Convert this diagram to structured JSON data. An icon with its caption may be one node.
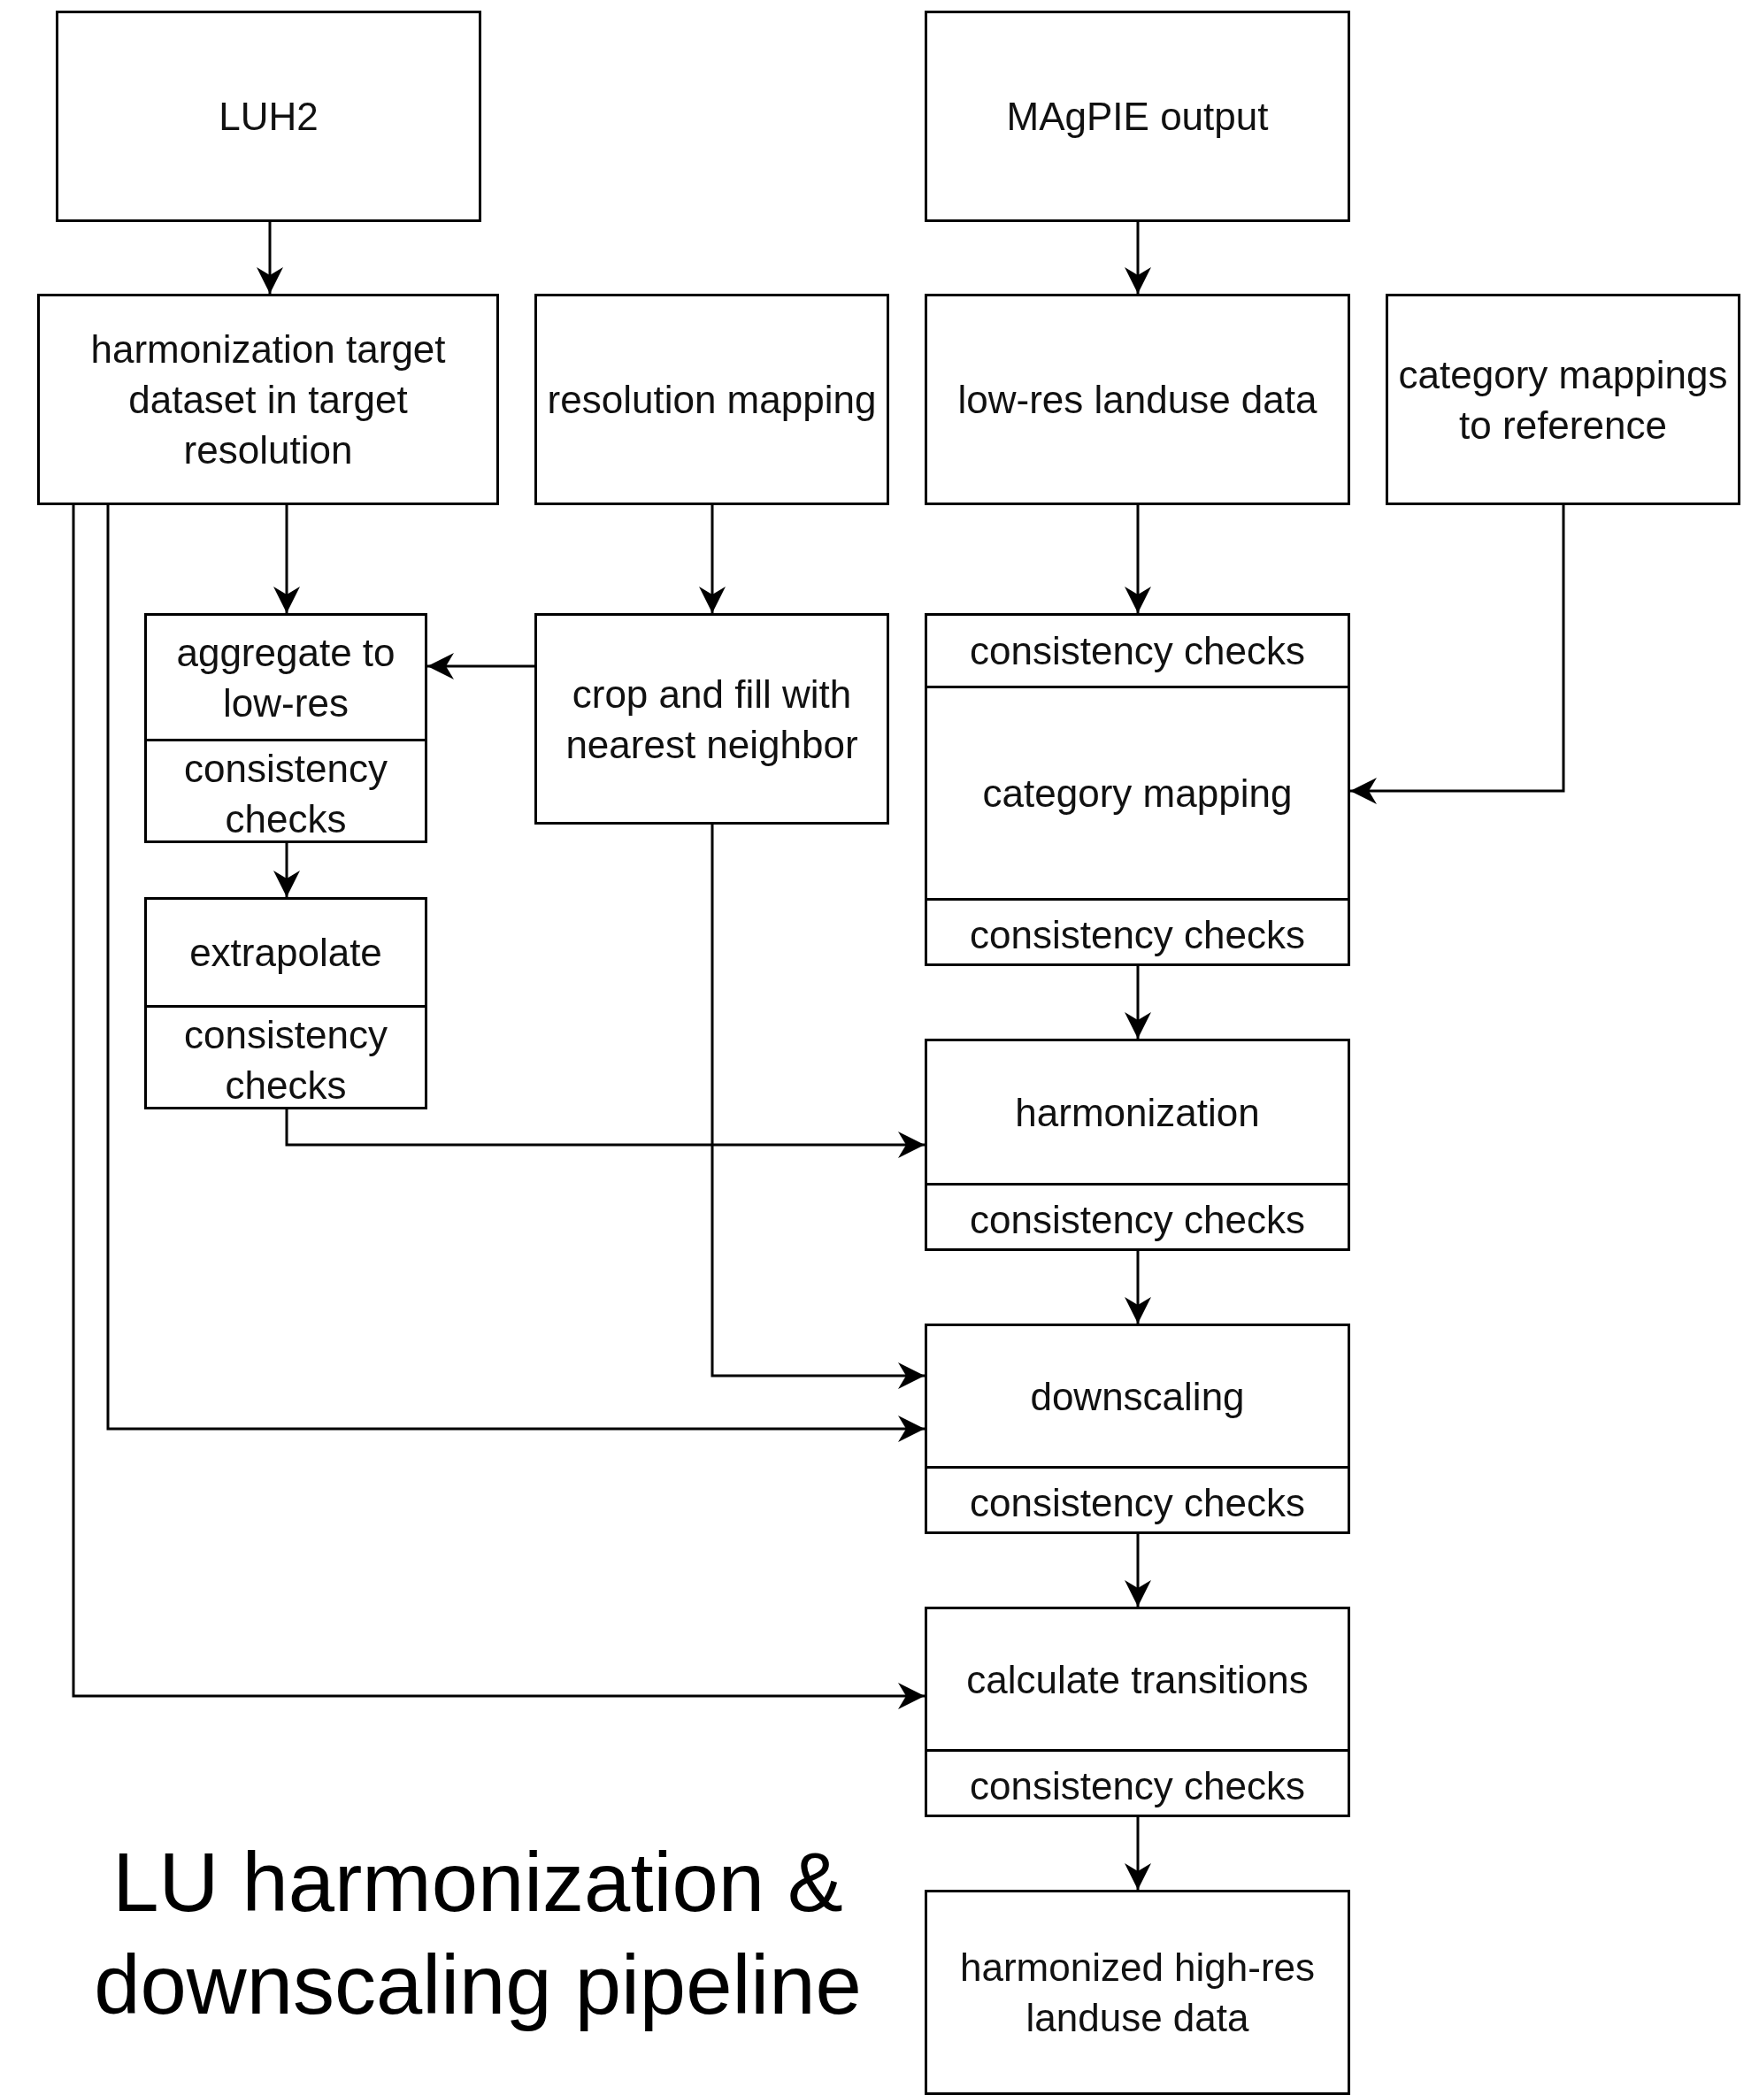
{
  "diagram": {
    "title": "LU harmonization & downscaling pipeline",
    "nodes": [
      {
        "text": [
          "LUH2"
        ]
      },
      {
        "text": [
          "MAgPIE output"
        ]
      },
      {
        "text": [
          "harmonization target dataset in target resolution"
        ]
      },
      {
        "text": [
          "resolution mapping"
        ]
      },
      {
        "text": [
          "low-res landuse data"
        ]
      },
      {
        "text": [
          "category mappings to reference"
        ]
      },
      {
        "text": [
          "aggregate to low-res",
          "consistency checks"
        ]
      },
      {
        "text": [
          "crop and fill with nearest neighbor"
        ]
      },
      {
        "text": [
          "consistency checks",
          "category mapping",
          "consistency checks"
        ]
      },
      {
        "text": [
          "extrapolate",
          "consistency checks"
        ]
      },
      {
        "text": [
          "harmonization",
          "consistency checks"
        ]
      },
      {
        "text": [
          "downscaling",
          "consistency checks"
        ]
      },
      {
        "text": [
          "calculate transitions",
          "consistency checks"
        ]
      },
      {
        "text": [
          "harmonized high-res landuse data"
        ]
      }
    ],
    "edges": [
      {
        "from": 0,
        "to": 2,
        "arrow": "to"
      },
      {
        "from": 1,
        "to": 4,
        "arrow": "to"
      },
      {
        "from": 2,
        "to": 6,
        "arrow": "to"
      },
      {
        "from": 3,
        "to": 7,
        "arrow": "to"
      },
      {
        "from": 4,
        "to": 8,
        "arrow": "to"
      },
      {
        "from": 7,
        "to": 6,
        "arrow": "to"
      },
      {
        "from": 5,
        "to": 8,
        "arrow": "to"
      },
      {
        "from": 6,
        "to": 9,
        "arrow": "to"
      },
      {
        "from": 9,
        "to": 10,
        "arrow": "to"
      },
      {
        "from": 8,
        "to": 10,
        "arrow": "to"
      },
      {
        "from": 7,
        "to": 11,
        "arrow": "to"
      },
      {
        "from": 2,
        "to": 11,
        "arrow": "to"
      },
      {
        "from": 10,
        "to": 11,
        "arrow": "to"
      },
      {
        "from": 2,
        "to": 12,
        "arrow": "to"
      },
      {
        "from": 11,
        "to": 12,
        "arrow": "to"
      },
      {
        "from": 12,
        "to": 13,
        "arrow": "to"
      }
    ]
  }
}
